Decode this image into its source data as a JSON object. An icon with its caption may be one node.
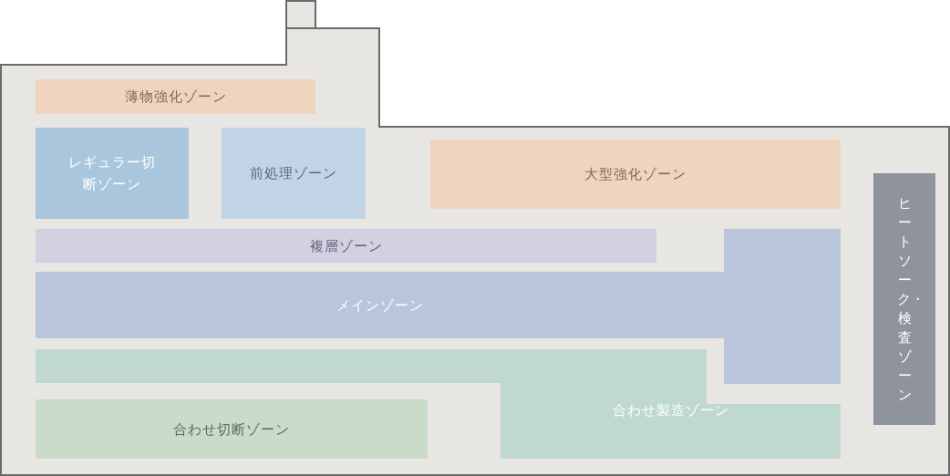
{
  "diagram": {
    "nodes": [
      {
        "text": [
          "薄物強化ゾーン"
        ]
      },
      {
        "text": [
          "レギュラー切断ゾーン"
        ]
      },
      {
        "text": [
          "前処理ゾーン"
        ]
      },
      {
        "text": [
          "大型強化ゾーン"
        ]
      },
      {
        "text": [
          "複層ゾーン"
        ]
      },
      {
        "text": [
          "メインゾーン"
        ]
      },
      {
        "text": [
          "合わせ製造ゾーン"
        ]
      },
      {
        "text": [
          "合わせ切断ゾーン"
        ]
      },
      {
        "text": [
          "ヒートソーク・検査ゾーン"
        ]
      }
    ]
  }
}
